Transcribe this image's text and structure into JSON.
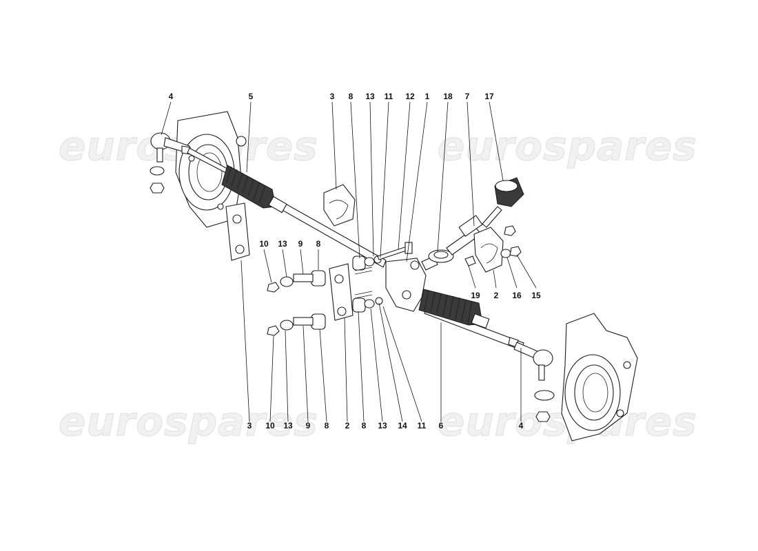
{
  "watermark": {
    "text": "eurospares",
    "color": "#e6e6e6"
  },
  "callouts_top": [
    {
      "id": "top-4",
      "label": "4"
    },
    {
      "id": "top-5",
      "label": "5"
    },
    {
      "id": "top-3",
      "label": "3"
    },
    {
      "id": "top-8",
      "label": "8"
    },
    {
      "id": "top-13",
      "label": "13"
    },
    {
      "id": "top-11",
      "label": "11"
    },
    {
      "id": "top-12",
      "label": "12"
    },
    {
      "id": "top-1",
      "label": "1"
    },
    {
      "id": "top-18",
      "label": "18"
    },
    {
      "id": "top-7",
      "label": "7"
    },
    {
      "id": "top-17",
      "label": "17"
    }
  ],
  "callouts_mid": [
    {
      "id": "mid-10",
      "label": "10"
    },
    {
      "id": "mid-13",
      "label": "13"
    },
    {
      "id": "mid-9",
      "label": "9"
    },
    {
      "id": "mid-8",
      "label": "8"
    },
    {
      "id": "mid-19",
      "label": "19"
    },
    {
      "id": "mid-2",
      "label": "2"
    },
    {
      "id": "mid-16",
      "label": "16"
    },
    {
      "id": "mid-15",
      "label": "15"
    }
  ],
  "callouts_bottom": [
    {
      "id": "bot-3",
      "label": "3"
    },
    {
      "id": "bot-10",
      "label": "10"
    },
    {
      "id": "bot-13",
      "label": "13"
    },
    {
      "id": "bot-9",
      "label": "9"
    },
    {
      "id": "bot-8a",
      "label": "8"
    },
    {
      "id": "bot-2",
      "label": "2"
    },
    {
      "id": "bot-8b",
      "label": "8"
    },
    {
      "id": "bot-13b",
      "label": "13"
    },
    {
      "id": "bot-14",
      "label": "14"
    },
    {
      "id": "bot-11",
      "label": "11"
    },
    {
      "id": "bot-6",
      "label": "6"
    },
    {
      "id": "bot-4",
      "label": "4"
    }
  ]
}
